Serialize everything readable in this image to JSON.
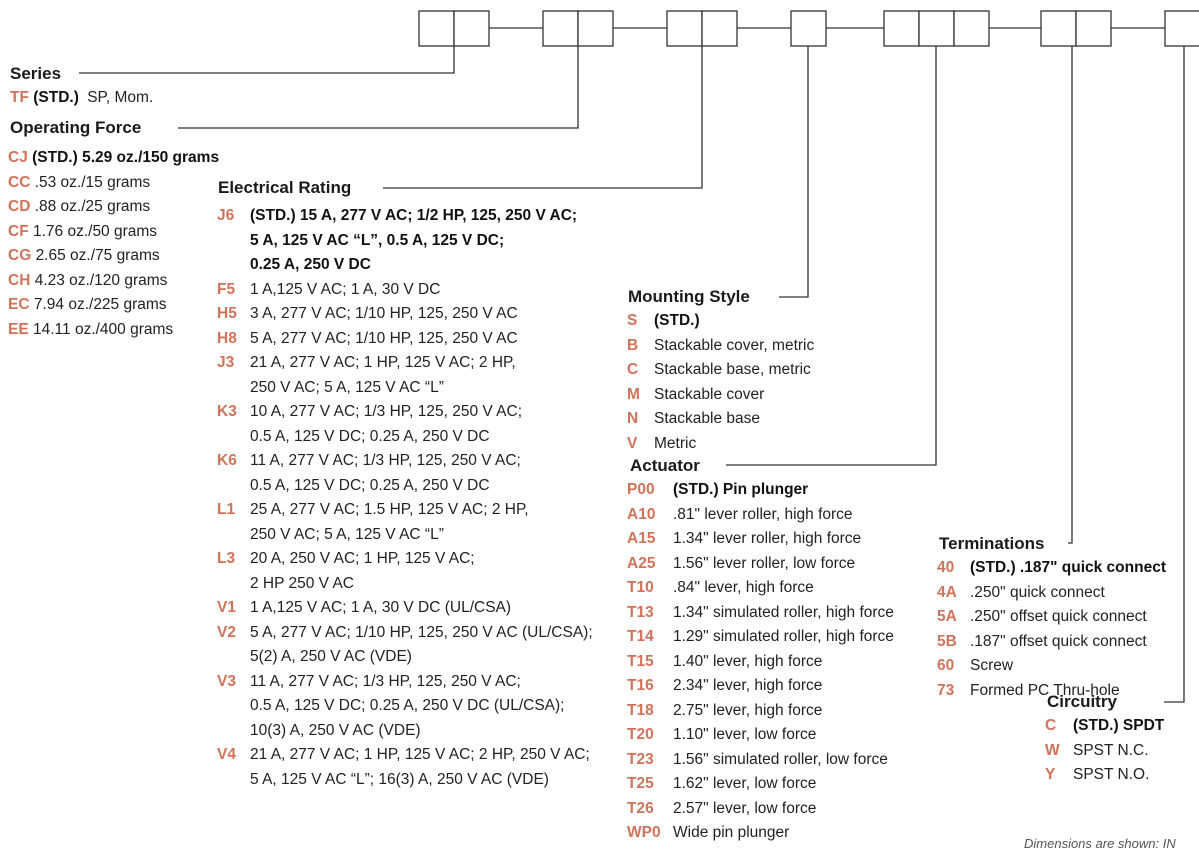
{
  "series": {
    "title": "Series",
    "options": [
      {
        "code": "TF",
        "std": "(STD.)",
        "desc": "SP, Mom."
      }
    ]
  },
  "operating_force": {
    "title": "Operating Force",
    "options": [
      {
        "code": "CJ",
        "std": "(STD.) 5.29 oz./150 grams",
        "desc": ""
      },
      {
        "code": "CC",
        "std": "",
        "desc": ".53 oz./15 grams"
      },
      {
        "code": "CD",
        "std": "",
        "desc": ".88 oz./25 grams"
      },
      {
        "code": "CF",
        "std": "",
        "desc": "1.76 oz./50 grams"
      },
      {
        "code": "CG",
        "std": "",
        "desc": "2.65 oz./75 grams"
      },
      {
        "code": "CH",
        "std": "",
        "desc": "4.23 oz./120 grams"
      },
      {
        "code": "EC",
        "std": "",
        "desc": "7.94 oz./225 grams"
      },
      {
        "code": "EE",
        "std": "",
        "desc": "14.11 oz./400 grams"
      }
    ]
  },
  "electrical_rating": {
    "title": "Electrical Rating",
    "options": [
      {
        "code": "J6",
        "std": "(STD.) 15 A, 277 V AC; 1/2 HP, 125, 250 V AC;",
        "desc": "",
        "cont": [
          "5 A, 125 V AC “L”, 0.5 A, 125 V DC;",
          "0.25 A, 250 V DC"
        ],
        "cont_bold": true
      },
      {
        "code": "F5",
        "std": "",
        "desc": "1 A,125 V AC; 1 A, 30 V DC",
        "cont": []
      },
      {
        "code": "H5",
        "std": "",
        "desc": "3 A, 277 V AC; 1/10 HP, 125, 250 V AC",
        "cont": []
      },
      {
        "code": "H8",
        "std": "",
        "desc": "5 A, 277 V AC; 1/10 HP, 125, 250 V AC",
        "cont": []
      },
      {
        "code": "J3",
        "std": "",
        "desc": "21 A, 277 V AC; 1 HP, 125 V AC; 2 HP,",
        "cont": [
          "250 V AC; 5 A, 125 V AC “L”"
        ]
      },
      {
        "code": "K3",
        "std": "",
        "desc": "10 A, 277 V AC; 1/3 HP, 125, 250 V AC;",
        "cont": [
          "0.5 A, 125 V DC; 0.25 A, 250 V DC"
        ]
      },
      {
        "code": "K6",
        "std": "",
        "desc": "11 A, 277 V AC; 1/3 HP, 125, 250 V AC;",
        "cont": [
          "0.5 A, 125 V DC; 0.25 A, 250 V DC"
        ]
      },
      {
        "code": "L1",
        "std": "",
        "desc": "25 A, 277 V AC; 1.5 HP, 125 V AC; 2 HP,",
        "cont": [
          "250 V AC; 5 A, 125 V AC “L”"
        ]
      },
      {
        "code": "L3",
        "std": "",
        "desc": "20 A, 250 V AC; 1 HP, 125 V AC;",
        "cont": [
          "2 HP 250 V AC"
        ]
      },
      {
        "code": "V1",
        "std": "",
        "desc": "1 A,125 V AC; 1 A, 30 V DC (UL/CSA)",
        "cont": []
      },
      {
        "code": "V2",
        "std": "",
        "desc": "5 A, 277 V AC; 1/10 HP, 125, 250 V AC (UL/CSA);",
        "cont": [
          "5(2) A, 250 V AC (VDE)"
        ]
      },
      {
        "code": "V3",
        "std": "",
        "desc": "11 A, 277 V AC; 1/3 HP, 125, 250 V AC;",
        "cont": [
          "0.5 A, 125 V DC; 0.25 A, 250 V DC (UL/CSA);",
          "10(3) A, 250 V AC (VDE)"
        ]
      },
      {
        "code": "V4",
        "std": "",
        "desc": "21 A, 277 V AC; 1 HP, 125 V AC; 2 HP, 250 V AC;",
        "cont": [
          "5 A, 125 V AC “L”; 16(3) A, 250 V AC (VDE)"
        ]
      }
    ]
  },
  "mounting_style": {
    "title": "Mounting Style",
    "options": [
      {
        "code": "S",
        "std": "(STD.)",
        "desc": ""
      },
      {
        "code": "B",
        "std": "",
        "desc": "Stackable cover, metric"
      },
      {
        "code": "C",
        "std": "",
        "desc": "Stackable base, metric"
      },
      {
        "code": "M",
        "std": "",
        "desc": "Stackable cover"
      },
      {
        "code": "N",
        "std": "",
        "desc": "Stackable base"
      },
      {
        "code": "V",
        "std": "",
        "desc": "Metric"
      }
    ]
  },
  "actuator": {
    "title": "Actuator",
    "options": [
      {
        "code": "P00",
        "std": "(STD.) Pin plunger",
        "desc": ""
      },
      {
        "code": "A10",
        "std": "",
        "desc": ".81\" lever roller, high force"
      },
      {
        "code": "A15",
        "std": "",
        "desc": "1.34\" lever roller, high force"
      },
      {
        "code": "A25",
        "std": "",
        "desc": "1.56\" lever roller, low force"
      },
      {
        "code": "T10",
        "std": "",
        "desc": ".84\" lever, high force"
      },
      {
        "code": "T13",
        "std": "",
        "desc": "1.34\" simulated roller, high force"
      },
      {
        "code": "T14",
        "std": "",
        "desc": "1.29\" simulated roller, high force"
      },
      {
        "code": "T15",
        "std": "",
        "desc": "1.40\" lever, high force"
      },
      {
        "code": "T16",
        "std": "",
        "desc": "2.34\" lever, high force"
      },
      {
        "code": "T18",
        "std": "",
        "desc": "2.75\" lever, high force"
      },
      {
        "code": "T20",
        "std": "",
        "desc": "1.10\" lever, low force"
      },
      {
        "code": "T23",
        "std": "",
        "desc": "1.56\" simulated roller, low force"
      },
      {
        "code": "T25",
        "std": "",
        "desc": "1.62\" lever, low force"
      },
      {
        "code": "T26",
        "std": "",
        "desc": "2.57\" lever, low force"
      },
      {
        "code": "WP0",
        "std": "",
        "desc": "Wide pin plunger"
      }
    ]
  },
  "terminations": {
    "title": "Terminations",
    "options": [
      {
        "code": "40",
        "std": "(STD.) .187\" quick connect",
        "desc": ""
      },
      {
        "code": "4A",
        "std": "",
        "desc": ".250\" quick connect"
      },
      {
        "code": "5A",
        "std": "",
        "desc": ".250\" offset quick connect"
      },
      {
        "code": "5B",
        "std": "",
        "desc": ".187\" offset quick connect"
      },
      {
        "code": "60",
        "std": "",
        "desc": "Screw"
      },
      {
        "code": "73",
        "std": "",
        "desc": "Formed PC Thru-hole"
      }
    ]
  },
  "circuitry": {
    "title": "Circuitry",
    "options": [
      {
        "code": "C",
        "std": "(STD.) SPDT",
        "desc": ""
      },
      {
        "code": "W",
        "std": "",
        "desc": "SPST N.C."
      },
      {
        "code": "Y",
        "std": "",
        "desc": "SPST N.O."
      }
    ]
  },
  "footer_note": "Dimensions are shown: IN",
  "colors": {
    "code": "#d0735a",
    "line": "#333333"
  }
}
